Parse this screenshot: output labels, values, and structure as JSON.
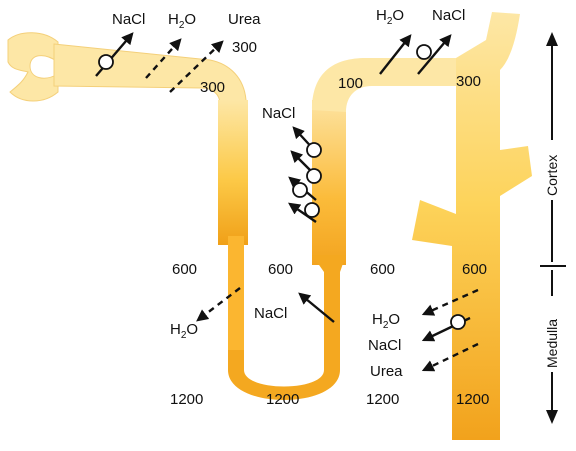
{
  "colors": {
    "tubule_light": "#fde7a6",
    "tubule_mid": "#fcc947",
    "tubule_dark": "#f0a018",
    "outline": "#f4b637",
    "arrow": "#111111",
    "transporter_fill": "#ffffff"
  },
  "labels": {
    "nacl_top_left": "NaCl",
    "h2o_top_left_main": "H",
    "h2o_top_left_sub": "2",
    "h2o_top_left_end": "O",
    "urea_top": "Urea",
    "osm_300_top": "300",
    "osm_300_pct": "300",
    "h2o_top_right_main": "H",
    "h2o_top_right_sub": "2",
    "h2o_top_right_end": "O",
    "nacl_top_right": "NaCl",
    "osm_100": "100",
    "osm_300_dct": "300",
    "nacl_asc": "NaCl",
    "osm_600_a": "600",
    "osm_600_b": "600",
    "osm_600_c": "600",
    "osm_600_d": "600",
    "nacl_thin_asc": "NaCl",
    "h2o_desc_main": "H",
    "h2o_desc_sub": "2",
    "h2o_desc_end": "O",
    "h2o_cd_main": "H",
    "h2o_cd_sub": "2",
    "h2o_cd_end": "O",
    "nacl_cd": "NaCl",
    "urea_cd": "Urea",
    "osm_1200_a": "1200",
    "osm_1200_b": "1200",
    "osm_1200_c": "1200",
    "osm_1200_d": "1200"
  },
  "zones": {
    "cortex": "Cortex",
    "medulla": "Medulla"
  },
  "icons": [
    "arrow-icon",
    "transporter-icon"
  ]
}
